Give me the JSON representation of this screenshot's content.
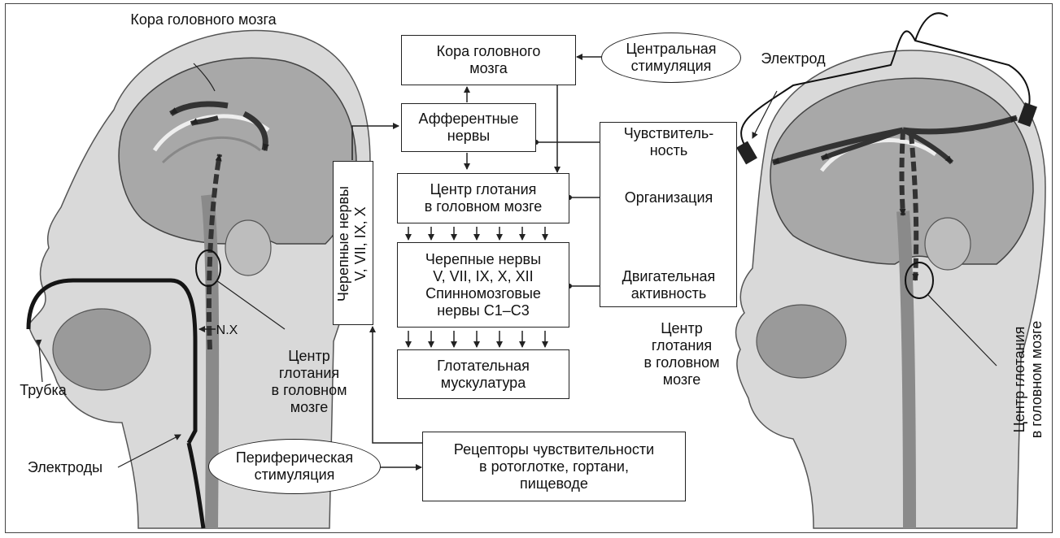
{
  "labels": {
    "cortex_left": "Кора головного мозга",
    "tube": "Трубка",
    "electrodes": "Электроды",
    "nx": "N.X",
    "center_left": "Центр\nглотания\nв головном\nмозге",
    "electrode": "Электрод",
    "center_right_vertical": "Центр глотания\nв головном мозге",
    "center_mid": "Центр\nглотания\nв головном\nмозге"
  },
  "flow": {
    "cortex_box": "Кора головного\nмозга",
    "afferent_box": "Афферентные\nнервы",
    "swallow_center_box": "Центр глотания\nв головном мозге",
    "cranial_box": "Черепные нервы\nV, VII, IX, X, XII\nСпинномозговые\nнервы С1–С3",
    "muscles_box": "Глотательная\nмускулатура",
    "receptors_box": "Рецепторы чувствительности\nв ротоглотке, гортани,\nпищеводе",
    "cranial_vertical": "Черепные нервы\nV, VII, IX, X",
    "central_stim": "Центральная\nстимуляция",
    "peripheral_stim": "Периферическая\nстимуляция",
    "sensitivity": "Чувствитель-\nность",
    "organization": "Организация",
    "motor": "Двигательная\nактивность"
  },
  "colors": {
    "line": "#222222",
    "head_fill": "#d9d9d9",
    "brain_fill": "#a8a8a8",
    "arrow_fill": "#3a3a3a"
  }
}
